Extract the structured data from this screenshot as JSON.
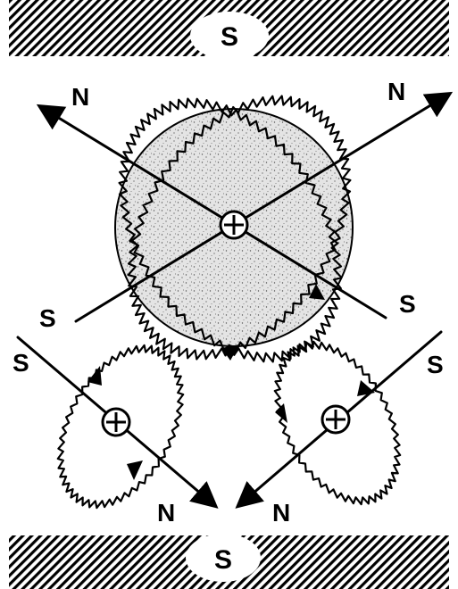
{
  "poles": {
    "top_label": "S",
    "bottom_label": "S"
  },
  "labels": {
    "upper_left_n": "N",
    "upper_right_n": "N",
    "mid_left_s": "S",
    "mid_right_s": "S",
    "lower_left_s": "S",
    "lower_right_s": "S",
    "bottom_left_n": "N",
    "bottom_right_n": "N"
  },
  "symbols": {
    "center": "⊕",
    "left": "⊕",
    "right": "⊕"
  }
}
